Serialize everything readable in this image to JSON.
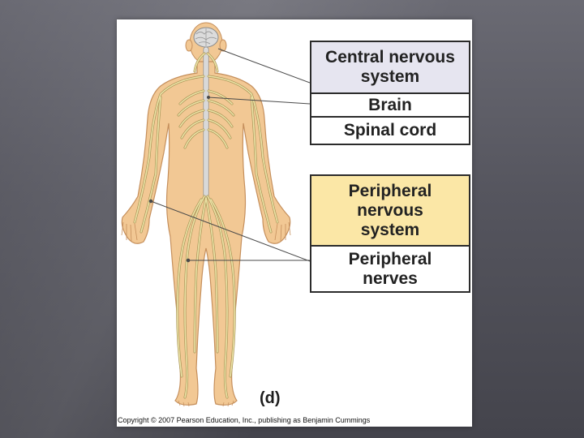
{
  "labels": {
    "cns_header": "Central nervous\nsystem",
    "brain": "Brain",
    "spinal_cord": "Spinal cord",
    "pns_header": "Peripheral\nnervous\nsystem",
    "peripheral_nerves": "Peripheral\nnerves"
  },
  "figure_letter": "(d)",
  "copyright": "Copyright © 2007 Pearson Education, Inc., publishing as Benjamin Cummings",
  "colors": {
    "skin": "#f2c894",
    "skin_outline": "#c58f5c",
    "nerve": "#ede3a6",
    "nerve_edge": "#a89457",
    "cns_header_bg": "#e6e5f0",
    "pns_header_bg": "#fbe7a6"
  }
}
